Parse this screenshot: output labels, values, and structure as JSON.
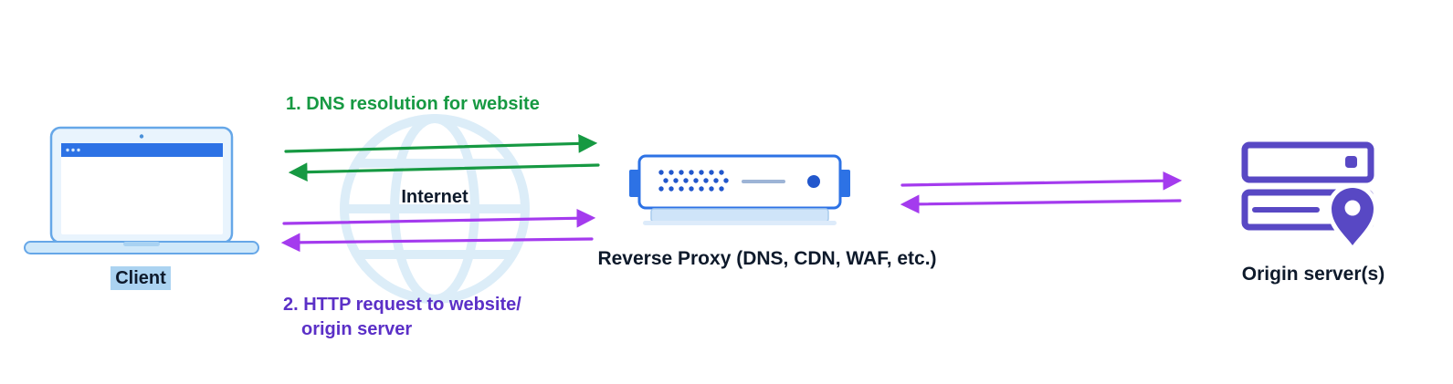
{
  "colors": {
    "background": "#ffffff",
    "green": "#169942",
    "purple": "#a43bee",
    "purple_text": "#5b30c7",
    "blue": "#2d72e5",
    "blue_dark": "#2257cc",
    "dash_blue": "#9db4d6",
    "laptop_fill": "#e9f4fd",
    "laptop_base": "#cfe8fa",
    "laptop_stroke": "#66a7e8",
    "pale_blue": "#cfe4f9",
    "globe": "#dcedf8",
    "indigo": "#5848c4",
    "dark_text": "#0e1a2b",
    "client_highlight": "#abd3f1"
  },
  "icons": {
    "client": "laptop-icon",
    "internet": "globe-icon",
    "reverse_proxy": "router-icon",
    "origin": [
      "server-stack-icon",
      "location-pin-icon"
    ]
  },
  "nodes": {
    "client": {
      "label": "Client"
    },
    "internet": {
      "label": "Internet"
    },
    "reverse_proxy": {
      "label": "Reverse Proxy (DNS, CDN, WAF, etc.)"
    },
    "origin": {
      "label": "Origin server(s)"
    }
  },
  "annotations": {
    "dns": "1. DNS resolution for website",
    "http_line1": "2. HTTP request to website/",
    "http_line2": "origin server"
  },
  "arrows": [
    {
      "id": "dns-request",
      "from": "client",
      "to": "reverse_proxy",
      "color": "green",
      "direction": "right"
    },
    {
      "id": "dns-response",
      "from": "reverse_proxy",
      "to": "client",
      "color": "green",
      "direction": "left"
    },
    {
      "id": "http-request",
      "from": "client",
      "to": "reverse_proxy",
      "color": "purple",
      "direction": "right"
    },
    {
      "id": "http-response",
      "from": "reverse_proxy",
      "to": "client",
      "color": "purple",
      "direction": "left"
    },
    {
      "id": "proxy-origin-request",
      "from": "reverse_proxy",
      "to": "origin",
      "color": "purple",
      "direction": "right"
    },
    {
      "id": "origin-proxy-response",
      "from": "origin",
      "to": "reverse_proxy",
      "color": "purple",
      "direction": "left"
    }
  ]
}
